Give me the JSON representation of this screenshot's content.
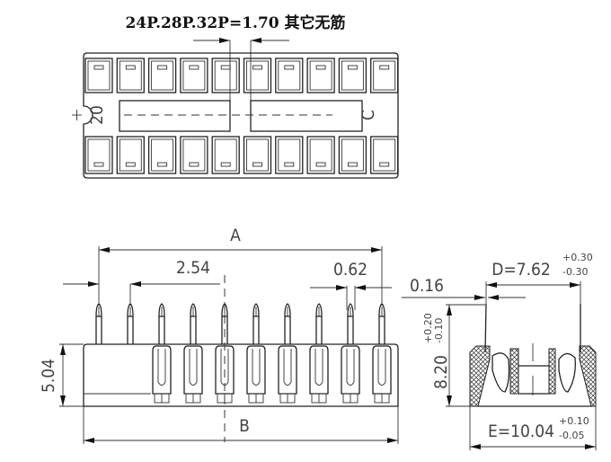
{
  "title": "24P.28P.32P=1.70 其它无筋",
  "top_view": {
    "pin1_mark": "20",
    "notch_mark": "C"
  },
  "side_view": {
    "dim_a": "A",
    "dim_b": "B",
    "pitch": "2.54",
    "pin_width": "0.62",
    "height": "5.04"
  },
  "end_view": {
    "lead_thickness": "0.16",
    "row_spacing": {
      "label": "D=7.62",
      "plus": "+0.30",
      "minus": "-0.30"
    },
    "body_height": {
      "label": "8.20",
      "plus": "+0.20",
      "minus": "-0.10"
    },
    "body_width": {
      "label": "E=10.04",
      "plus": "+0.10",
      "minus": "-0.05"
    }
  }
}
